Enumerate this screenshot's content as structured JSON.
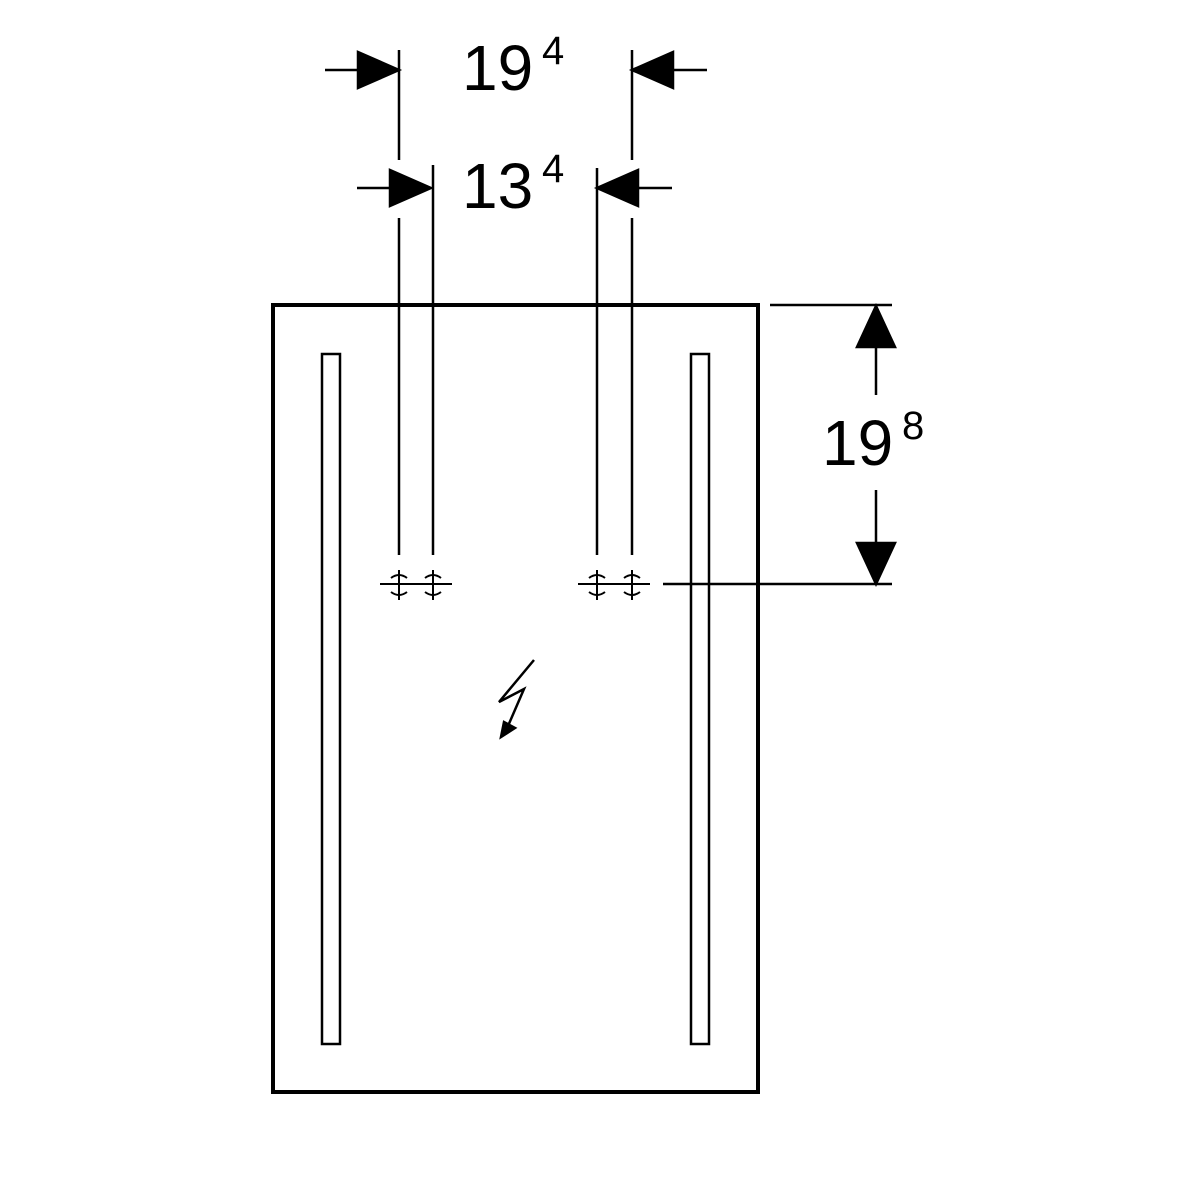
{
  "dimensions": {
    "top_outer": {
      "main": "19",
      "sup": "4"
    },
    "top_inner": {
      "main": "13",
      "sup": "4"
    },
    "right_height": {
      "main": "19",
      "sup": "8"
    }
  },
  "symbols": {
    "electrical": "lightning-bolt-icon",
    "connection_points": "wall-anchor-icon"
  },
  "colors": {
    "line": "#000000",
    "background": "#ffffff"
  }
}
